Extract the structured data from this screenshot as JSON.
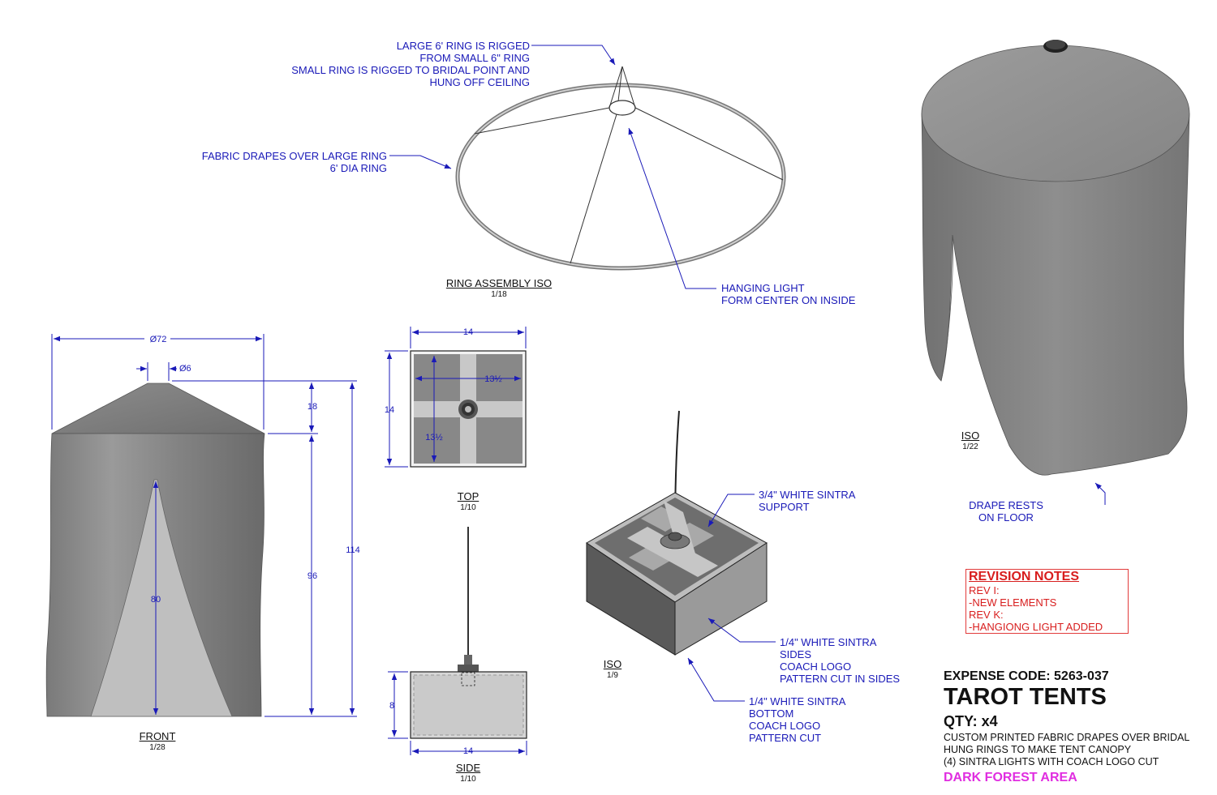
{
  "ring_assembly": {
    "note_rigging": [
      "LARGE 6' RING IS RIGGED",
      "FROM SMALL 6\" RING",
      "SMALL RING IS RIGGED TO BRIDAL POINT AND",
      "HUNG OFF CEILING"
    ],
    "note_fabric": [
      "FABRIC DRAPES OVER LARGE RING",
      "6' DIA RING"
    ],
    "note_light": [
      "HANGING LIGHT",
      "FORM CENTER ON INSIDE"
    ],
    "title": "RING ASSEMBLY ISO",
    "scale": "1/18"
  },
  "front_view": {
    "title": "FRONT",
    "scale": "1/28",
    "dims": {
      "diameter": "Ø72",
      "top_diameter": "Ø6",
      "cone_height": "18",
      "wall_height": "96",
      "total_height": "114",
      "opening_height": "80"
    }
  },
  "top_view": {
    "title": "TOP",
    "scale": "1/10",
    "dims": {
      "width": "14",
      "height": "14",
      "cross_h": "13½",
      "cross_v": "13½"
    }
  },
  "side_view": {
    "title": "SIDE",
    "scale": "1/10",
    "dims": {
      "width": "14",
      "height": "8"
    }
  },
  "light_iso": {
    "title": "ISO",
    "scale": "1/9",
    "note_support": [
      "3/4\" WHITE SINTRA",
      "SUPPORT"
    ],
    "note_sides": [
      "1/4\" WHITE SINTRA",
      "SIDES",
      "COACH LOGO",
      "PATTERN CUT IN SIDES"
    ],
    "note_bottom": [
      "1/4\" WHITE SINTRA",
      "BOTTOM",
      "COACH LOGO",
      "PATTERN CUT"
    ]
  },
  "tent_iso": {
    "title": "ISO",
    "scale": "1/22",
    "note_drape": [
      "DRAPE RESTS",
      "ON FLOOR"
    ]
  },
  "revision_notes": {
    "heading": "REVISION NOTES",
    "lines": [
      "REV I:",
      "-NEW ELEMENTS",
      "REV K:",
      "-HANGIONG LIGHT ADDED"
    ]
  },
  "title_block": {
    "expense_code": "EXPENSE CODE: 5263-037",
    "project": "TAROT TENTS",
    "qty": "QTY: x4",
    "description": [
      "CUSTOM PRINTED FABRIC DRAPES OVER BRIDAL",
      "HUNG RINGS TO MAKE TENT CANOPY",
      "(4) SINTRA LIGHTS WITH COACH LOGO CUT"
    ],
    "area": "DARK FOREST AREA"
  },
  "colors": {
    "annotation": "#1a1ab8",
    "revision": "#d81e1e",
    "area": "#e02ee0",
    "fabric": "#8a8a8a"
  }
}
